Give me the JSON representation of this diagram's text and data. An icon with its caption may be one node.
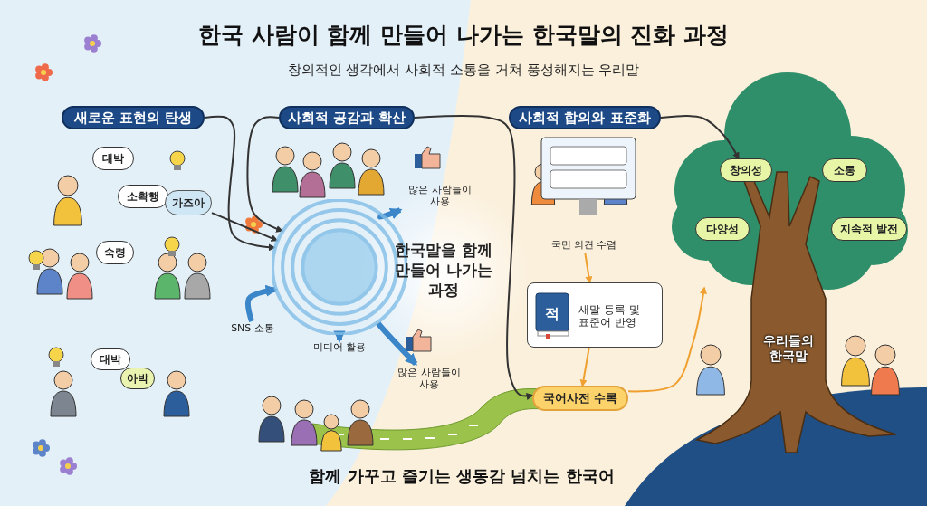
{
  "diagram": {
    "title": "한국 사람이 함께 만들어 나가는 한국말의 진화 과정",
    "caption": "함께 가꾸고 즐기는 생동감 넘치는 한국어",
    "labels": [
      "창의적인 생각에서 사회적 소통을 거쳐 풍성해지는 우리말"
    ],
    "nodes": [
      {
        "text": [
          "새로운 표현의 탄생"
        ]
      },
      {
        "text": [
          "대박"
        ]
      },
      {
        "text": [
          "소확행"
        ]
      },
      {
        "text": [
          "가즈아"
        ]
      },
      {
        "text": [
          "숙령"
        ]
      },
      {
        "text": [
          "대박"
        ]
      },
      {
        "text": [
          "아박"
        ]
      },
      {
        "text": [
          "사회적 공감과 확산"
        ]
      },
      {
        "text": [],
        "shape": "circle"
      },
      {
        "text": [
          "많은 사람들이 사용"
        ]
      },
      {
        "text": [
          "SNS 소통"
        ]
      },
      {
        "text": [
          "미디어 활용"
        ]
      },
      {
        "text": [
          "많은 사람들이 사용"
        ]
      },
      {
        "text": [
          "한국말을 함께 만들어 나가는 과정"
        ]
      },
      {
        "text": [
          "사회적 합의와 표준화"
        ]
      },
      {
        "text": [
          "국민 의견 수렴"
        ]
      },
      {
        "text": [
          "적",
          "새말 등록 및 표준어 반영"
        ]
      },
      {
        "text": [
          "국어사전 수록"
        ]
      },
      {
        "text": [
          "창의성"
        ]
      },
      {
        "text": [
          "소통"
        ]
      },
      {
        "text": [
          "다양성"
        ]
      },
      {
        "text": [
          "지속적 발전"
        ]
      },
      {
        "text": [
          "우리들의 한국말"
        ]
      }
    ],
    "edges": [
      {
        "from": 0,
        "to": 8,
        "arrow": "to"
      },
      {
        "from": 3,
        "to": 8,
        "arrow": "to"
      },
      {
        "from": 7,
        "to": 8,
        "arrow": "to"
      },
      {
        "from": 8,
        "to": 9,
        "arrow": "to",
        "style": "thick",
        "color": "#3a86c8"
      },
      {
        "from": 10,
        "to": 8,
        "arrow": "to",
        "style": "thick",
        "color": "#3a86c8"
      },
      {
        "from": 8,
        "to": 11,
        "arrow": "to",
        "style": "thick",
        "color": "#3a86c8"
      },
      {
        "from": 8,
        "to": 12,
        "arrow": "to",
        "style": "thick",
        "color": "#3a86c8"
      },
      {
        "from": 7,
        "to": 17,
        "arrow": "to"
      },
      {
        "from": 15,
        "to": 16,
        "arrow": "to",
        "color": "#f0a030"
      },
      {
        "from": 16,
        "to": 17,
        "arrow": "to",
        "color": "#f0a030"
      },
      {
        "from": 14,
        "to": 18,
        "arrow": "to"
      },
      {
        "from": 17,
        "to": null,
        "arrow": "to",
        "color": "#f0a030"
      }
    ]
  }
}
